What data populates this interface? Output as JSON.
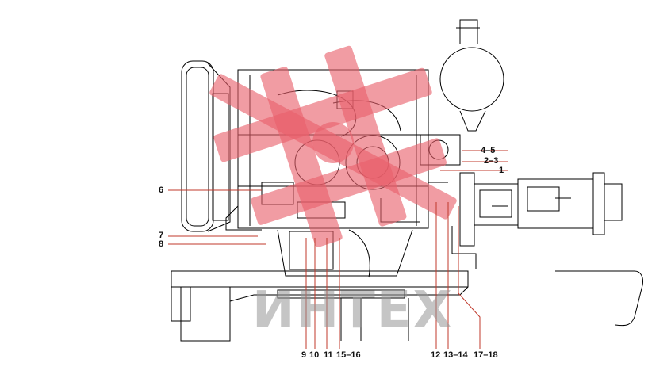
{
  "callouts": [
    {
      "id": "c1",
      "text": "1"
    },
    {
      "id": "c2",
      "text": "2–3"
    },
    {
      "id": "c3",
      "text": "4–5"
    },
    {
      "id": "c4",
      "text": "6"
    },
    {
      "id": "c5",
      "text": "7"
    },
    {
      "id": "c6",
      "text": "8"
    },
    {
      "id": "c7",
      "text": "9"
    },
    {
      "id": "c8",
      "text": "10"
    },
    {
      "id": "c9",
      "text": "11"
    },
    {
      "id": "c10",
      "text": "15–16"
    },
    {
      "id": "c11",
      "text": "12"
    },
    {
      "id": "c12",
      "text": "13–14"
    },
    {
      "id": "c13",
      "text": "17–18"
    }
  ],
  "watermark": {
    "text": "ИНТЕХ",
    "color": "#e8606a",
    "text_color": "#999999"
  },
  "colors": {
    "leader": "#c0392b",
    "line": "#000000"
  }
}
